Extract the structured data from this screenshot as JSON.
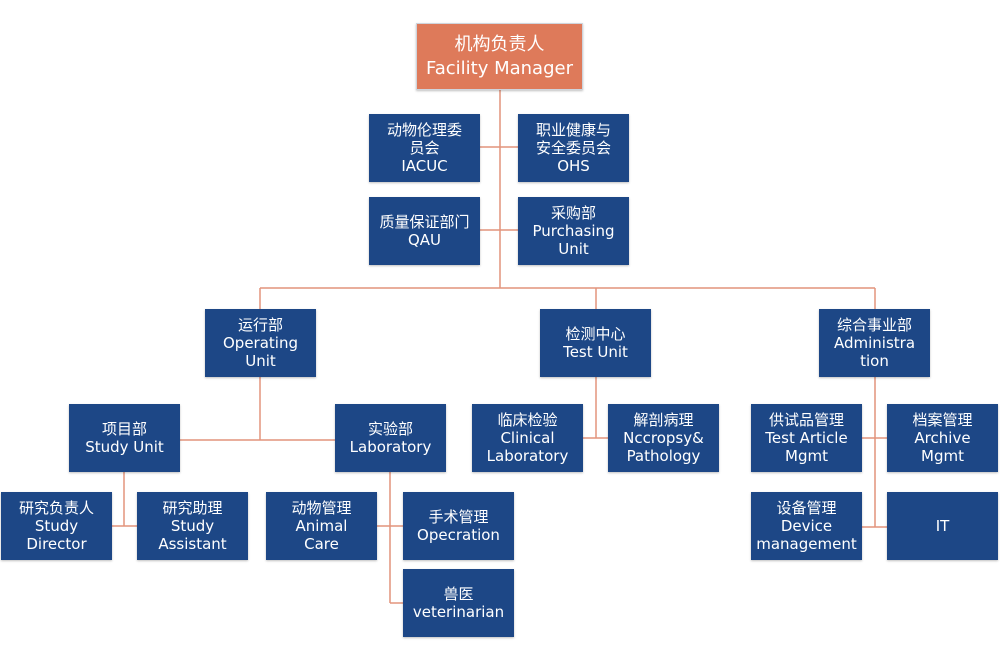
{
  "colors": {
    "node": "#1d4786",
    "root": "#de7a5a",
    "connector": "#e2947c",
    "text": "#ffffff"
  },
  "nodes": {
    "root": {
      "lines": [
        "机构负责人",
        "Facility Manager"
      ]
    },
    "iacuc": {
      "lines": [
        "动物伦理委",
        "员会",
        "IACUC"
      ]
    },
    "ohs": {
      "lines": [
        "职业健康与",
        "安全委员会",
        "OHS"
      ]
    },
    "qau": {
      "lines": [
        "质量保证部门",
        "QAU"
      ]
    },
    "purchasing": {
      "lines": [
        "采购部",
        "Purchasing",
        "Unit"
      ]
    },
    "operating": {
      "lines": [
        "运行部",
        "Operating",
        "Unit"
      ]
    },
    "test": {
      "lines": [
        "检测中心",
        "Test Unit"
      ]
    },
    "admin": {
      "lines": [
        "综合事业部",
        "Administra",
        "tion"
      ]
    },
    "study_unit": {
      "lines": [
        "项目部",
        "Study Unit"
      ]
    },
    "laboratory": {
      "lines": [
        "实验部",
        "Laboratory"
      ]
    },
    "clinical": {
      "lines": [
        "临床检验",
        "Clinical",
        "Laboratory"
      ]
    },
    "pathology": {
      "lines": [
        "解剖病理",
        "Nccropsy&",
        "Pathology"
      ]
    },
    "test_article": {
      "lines": [
        "供试品管理",
        "Test Article",
        "Mgmt"
      ]
    },
    "archive": {
      "lines": [
        "档案管理",
        "Archive",
        "Mgmt"
      ]
    },
    "director": {
      "lines": [
        "研究负责人",
        "Study",
        "Director"
      ]
    },
    "assistant": {
      "lines": [
        "研究助理",
        "Study",
        "Assistant"
      ]
    },
    "animal_care": {
      "lines": [
        "动物管理",
        "Animal",
        "Care"
      ]
    },
    "operation": {
      "lines": [
        "手术管理",
        "Opecration"
      ]
    },
    "vet": {
      "lines": [
        "兽医",
        "veterinarian"
      ]
    },
    "device": {
      "lines": [
        "设备管理",
        "Device",
        "management"
      ]
    },
    "it": {
      "lines": [
        "IT"
      ]
    }
  }
}
